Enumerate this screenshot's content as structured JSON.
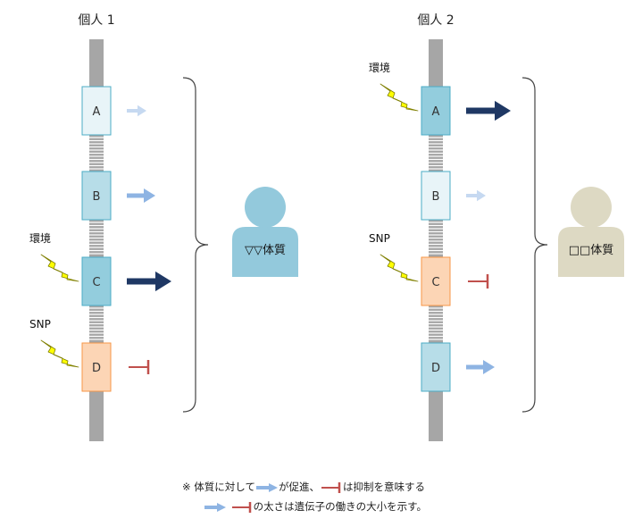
{
  "individuals": [
    {
      "title": "個人 1",
      "genes": [
        {
          "label": "A",
          "style": "pale",
          "effect": "promote",
          "strength": "weak"
        },
        {
          "label": "B",
          "style": "light",
          "effect": "promote",
          "strength": "medium"
        },
        {
          "label": "C",
          "style": "blue",
          "effect": "promote",
          "strength": "strong"
        },
        {
          "label": "D",
          "style": "orange",
          "effect": "inhibit",
          "strength": "medium"
        }
      ],
      "influences": [
        {
          "label": "環境",
          "target": "C"
        },
        {
          "label": "SNP",
          "target": "D"
        }
      ],
      "phenotype": {
        "label": "▽▽体質",
        "color": "#93c9dc"
      }
    },
    {
      "title": "個人 2",
      "genes": [
        {
          "label": "A",
          "style": "blue",
          "effect": "promote",
          "strength": "strong"
        },
        {
          "label": "B",
          "style": "pale",
          "effect": "promote",
          "strength": "weak"
        },
        {
          "label": "C",
          "style": "orange",
          "effect": "inhibit",
          "strength": "medium"
        },
        {
          "label": "D",
          "style": "light",
          "effect": "promote",
          "strength": "medium"
        }
      ],
      "influences": [
        {
          "label": "環境",
          "target": "A"
        },
        {
          "label": "SNP",
          "target": "C"
        }
      ],
      "phenotype": {
        "label": "□□体質",
        "color": "#ddd9c3"
      }
    }
  ],
  "legend": {
    "line1_prefix": "※ 体質に対して",
    "line1_mid": "が促進、",
    "line1_suffix": "は抑制を意味する",
    "line2_suffix": "の太さは遺伝子の働きの大小を示す。"
  },
  "colors": {
    "chromosome": "#a6a6a6",
    "pale_fill": "#e8f4f8",
    "light_fill": "#b7dde8",
    "blue_fill": "#93cddd",
    "orange_fill": "#fcd5b5",
    "gene_stroke": "#4bacc6",
    "orange_stroke": "#f79646",
    "arrow_weak": "#c6d9f1",
    "arrow_medium": "#8eb4e3",
    "arrow_strong": "#1f3864",
    "inhibit": "#c0504d",
    "bolt": "#ffff00"
  }
}
